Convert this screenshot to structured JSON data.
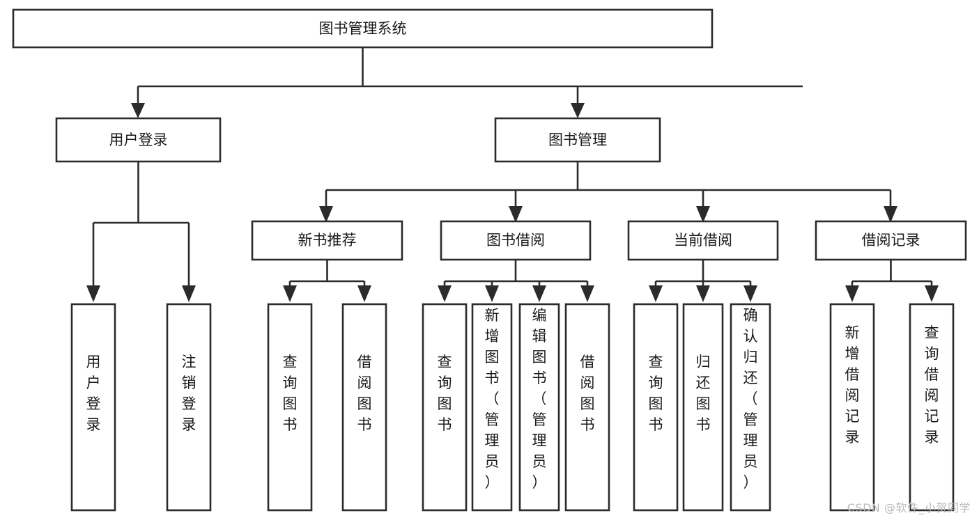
{
  "diagram": {
    "type": "tree",
    "title": "图书管理系统",
    "root": {
      "label": "图书管理系统",
      "level": 0
    },
    "level1": [
      {
        "label": "用户登录"
      },
      {
        "label": "图书管理"
      }
    ],
    "level2": [
      {
        "label": "新书推荐",
        "parent": "图书管理"
      },
      {
        "label": "图书借阅",
        "parent": "图书管理"
      },
      {
        "label": "当前借阅",
        "parent": "图书管理"
      },
      {
        "label": "借阅记录",
        "parent": "图书管理"
      }
    ],
    "leaves": {
      "user_login": [
        {
          "label": "用户登录"
        },
        {
          "label": "注销登录"
        }
      ],
      "new_book_recommend": [
        {
          "label": "查询图书"
        },
        {
          "label": "借阅图书"
        }
      ],
      "book_borrow": [
        {
          "label": "查询图书"
        },
        {
          "label": "新增图书（管理员）"
        },
        {
          "label": "编辑图书（管理员）"
        },
        {
          "label": "借阅图书"
        }
      ],
      "current_borrow": [
        {
          "label": "查询图书"
        },
        {
          "label": "归还图书"
        },
        {
          "label": "确认归还（管理员）"
        }
      ],
      "borrow_record": [
        {
          "label": "新增借阅记录"
        },
        {
          "label": "查询借阅记录"
        }
      ]
    }
  },
  "watermark": {
    "text": "CSDN @软件_小贺同学"
  },
  "colors": {
    "stroke": "#2b2b2b",
    "box_fill": "#ffffff",
    "text": "#1a1a1a",
    "watermark": "#b9b9b9",
    "background": "#ffffff"
  }
}
